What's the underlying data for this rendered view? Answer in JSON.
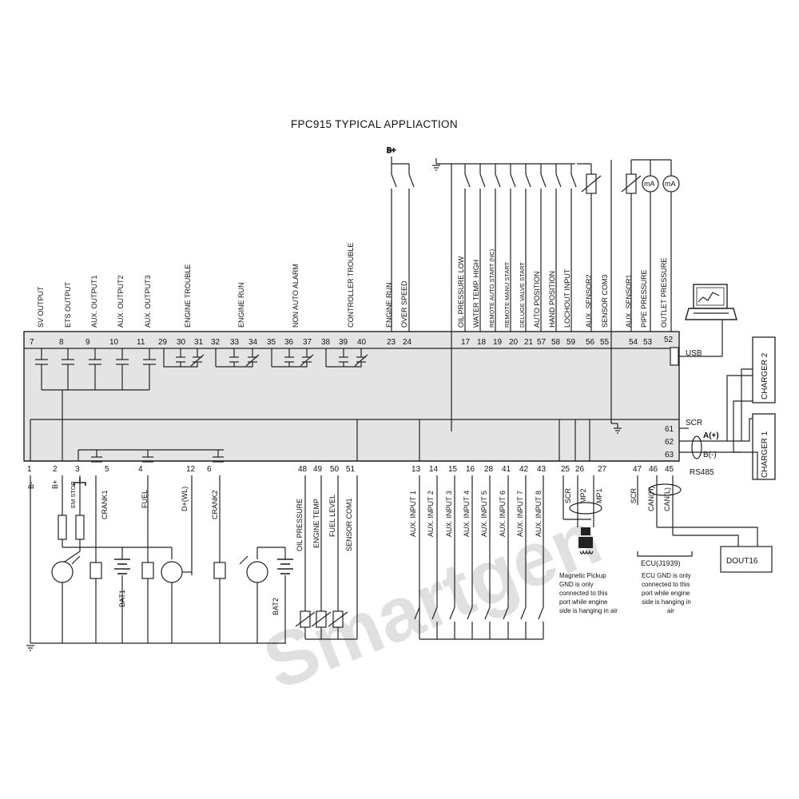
{
  "title": "FPC915 TYPICAL APPLIACTION",
  "watermark": {
    "text": "Smartgen",
    "color": "#e03030"
  },
  "colors": {
    "panel": "#e4e4e4",
    "line": "#222222",
    "background": "#ffffff"
  },
  "power": {
    "b_plus": "B+",
    "b_minus": "B-"
  },
  "top_terminals": [
    {
      "num": "7",
      "label": "SV OUTPUT"
    },
    {
      "num": "8",
      "label": "ETS OUTPUT"
    },
    {
      "num": "9",
      "label": "AUX. OUTPUT1"
    },
    {
      "num": "10",
      "label": "AUX. OUTPUT2"
    },
    {
      "num": "11",
      "label": "AUX. OUTPUT3"
    },
    {
      "num": "29",
      "label": ""
    },
    {
      "num": "30",
      "label": "ENGINE  TROUBLE"
    },
    {
      "num": "31",
      "label": ""
    },
    {
      "num": "32",
      "label": ""
    },
    {
      "num": "33",
      "label": "ENGINE RUN"
    },
    {
      "num": "34",
      "label": ""
    },
    {
      "num": "35",
      "label": ""
    },
    {
      "num": "36",
      "label": "NON AUTO ALARM"
    },
    {
      "num": "37",
      "label": ""
    },
    {
      "num": "38",
      "label": ""
    },
    {
      "num": "39",
      "label": "CONTROLLER TROUBLE"
    },
    {
      "num": "40",
      "label": ""
    },
    {
      "num": "23",
      "label": "ENGINE RUN"
    },
    {
      "num": "24",
      "label": "OVER SPEED"
    },
    {
      "num": "17",
      "label": "OIL PRESSURE LOW"
    },
    {
      "num": "18",
      "label": "WATER TEMP. HIGH"
    },
    {
      "num": "19",
      "label": "REMOTE AUTO START (NC)"
    },
    {
      "num": "20",
      "label": "REMOTE MANU START"
    },
    {
      "num": "21",
      "label": "DELUGE VALVE START"
    },
    {
      "num": "57",
      "label": "AUTO POSITION"
    },
    {
      "num": "58",
      "label": "HAND POSITION"
    },
    {
      "num": "59",
      "label": "LOCHOUT INPUT"
    },
    {
      "num": "56",
      "label": "AUX. SENSOR2"
    },
    {
      "num": "55",
      "label": "SENSOR COM3"
    },
    {
      "num": "54",
      "label": "AUX. SENSOR1"
    },
    {
      "num": "53",
      "label": "PIPE PRESSURE"
    },
    {
      "num": "52",
      "label": "OUTLET PRESSURE"
    }
  ],
  "bottom_terminals": [
    {
      "num": "1",
      "label": "B-"
    },
    {
      "num": "2",
      "label": "B+"
    },
    {
      "num": "3",
      "label": "EM STOP"
    },
    {
      "num": "5",
      "label": "CRANK1"
    },
    {
      "num": "4",
      "label": "FUEL"
    },
    {
      "num": "12",
      "label": "D+(WL)"
    },
    {
      "num": "6",
      "label": "CRANK2"
    },
    {
      "num": "48",
      "label": "OIL PRESSURE"
    },
    {
      "num": "49",
      "label": "ENGINE TEMP"
    },
    {
      "num": "50",
      "label": "FUEL LEVEL"
    },
    {
      "num": "51",
      "label": "SENSOR COM1"
    },
    {
      "num": "13",
      "label": "AUX. INPUT 1"
    },
    {
      "num": "14",
      "label": "AUX. INPUT 2"
    },
    {
      "num": "15",
      "label": "AUX. INPUT 3"
    },
    {
      "num": "16",
      "label": "AUX. INPUT 4"
    },
    {
      "num": "28",
      "label": "AUX. INPUT 5"
    },
    {
      "num": "41",
      "label": "AUX. INPUT 6"
    },
    {
      "num": "42",
      "label": "AUX. INPUT 7"
    },
    {
      "num": "43",
      "label": "AUX. INPUT 8"
    },
    {
      "num": "25",
      "label": "SCR"
    },
    {
      "num": "26",
      "label": "MP2"
    },
    {
      "num": "27",
      "label": "MP1"
    },
    {
      "num": "47",
      "label": "SCR"
    },
    {
      "num": "46",
      "label": "CAN(H)"
    },
    {
      "num": "45",
      "label": "CAN(L)"
    }
  ],
  "rs485": {
    "label": "RS485",
    "terminals": [
      {
        "num": "61",
        "label": "SCR"
      },
      {
        "num": "62",
        "label": "A(+)"
      },
      {
        "num": "63",
        "label": "B(-)"
      }
    ]
  },
  "usb": {
    "num": "52",
    "label": "USB"
  },
  "chargers": [
    "CHARGER 2",
    "CHARGER 1"
  ],
  "batteries": [
    "BAT1",
    "BAT2"
  ],
  "meters": [
    "mA",
    "mA"
  ],
  "ecu": {
    "label": "ECU(J1939)",
    "note": "ECU GND is only connected to this port while engine side is hanging in air"
  },
  "pickup_note": "Magnetic Pickup GND is only connected to this port while engine side is hanging in air",
  "dout": "DOUT16"
}
